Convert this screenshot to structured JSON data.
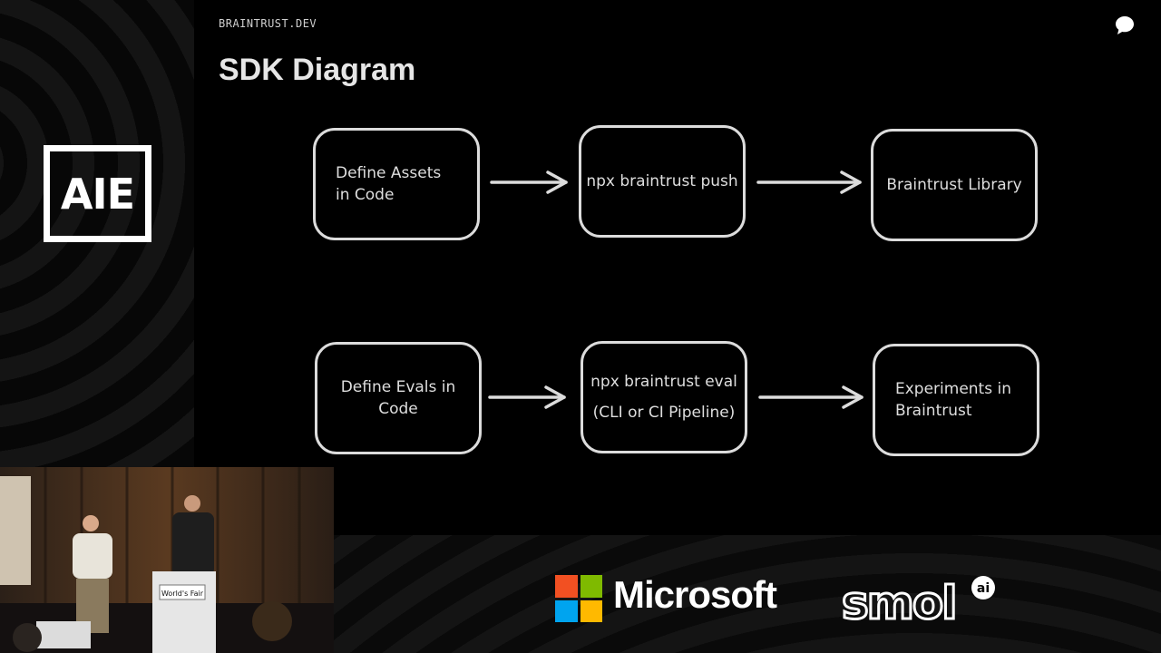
{
  "header": {
    "site": "BRAINTRUST.DEV",
    "title": "SDK Diagram"
  },
  "branding": {
    "event_logo": "AIE",
    "sponsor_1": "Microsoft",
    "sponsor_2_text": "smol",
    "sponsor_2_superscript": "ai",
    "podium_sign": "World's Fair"
  },
  "diagram": {
    "row1": {
      "step1": [
        "Define Assets",
        "in Code"
      ],
      "step2": [
        "npx braintrust push"
      ],
      "step3": [
        "Braintrust Library"
      ]
    },
    "row2": {
      "step1": [
        "Define Evals in",
        "Code"
      ],
      "step2": [
        "npx braintrust eval",
        "(CLI or CI Pipeline)"
      ],
      "step3": [
        "Experiments in",
        "Braintrust"
      ]
    }
  },
  "colors": {
    "background": "#000000",
    "node_border": "#dcdcdc",
    "text": "#dedede",
    "ms_red": "#f25022",
    "ms_green": "#7fba00",
    "ms_blue": "#00a4ef",
    "ms_yellow": "#ffb900"
  },
  "icons": [
    "chat-bubble-icon",
    "arrow-right-icon"
  ]
}
